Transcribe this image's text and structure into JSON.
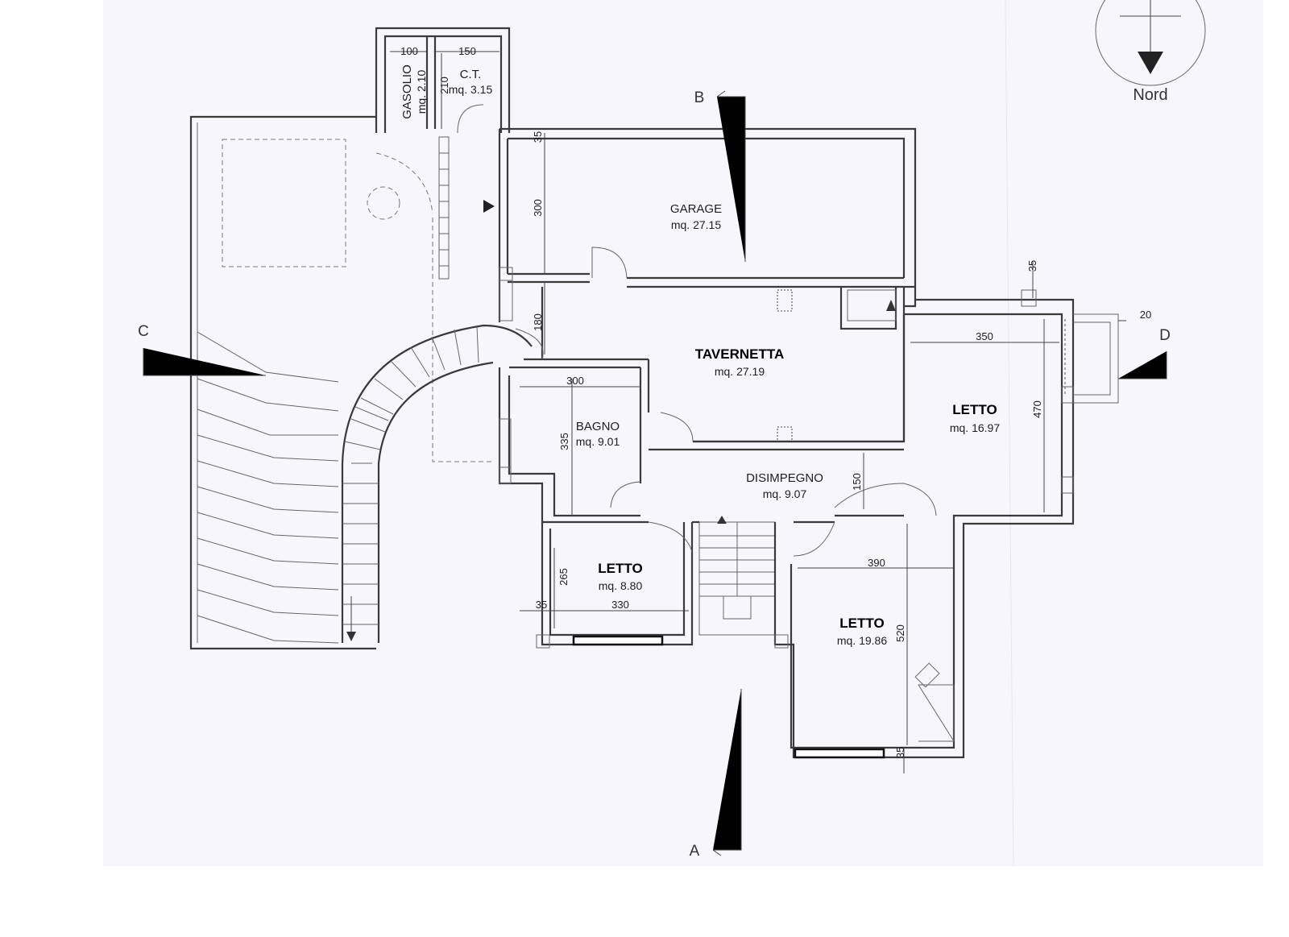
{
  "north_label": "Nord",
  "sections": {
    "a": "A",
    "b": "B",
    "c": "C",
    "d": "D"
  },
  "rooms": {
    "garage": {
      "name": "GARAGE",
      "area": "mq. 27.15"
    },
    "tavernetta": {
      "name": "TAVERNETTA",
      "area": "mq. 27.19"
    },
    "bagno": {
      "name": "BAGNO",
      "area": "mq. 9.01"
    },
    "disimpegno": {
      "name": "DISIMPEGNO",
      "area": "mq. 9.07"
    },
    "letto_east": {
      "name": "LETTO",
      "area": "mq. 16.97"
    },
    "letto_small": {
      "name": "LETTO",
      "area": "mq. 8.80"
    },
    "letto_south": {
      "name": "LETTO",
      "area": "mq. 19.86"
    },
    "gasolio": {
      "name": "GASOLIO",
      "area": "mq. 2.10"
    },
    "ct": {
      "name": "C.T.",
      "area": "mq. 3.15"
    }
  },
  "dimensions": {
    "gasolio_w": "100",
    "ct_w": "150",
    "ct_h": "210",
    "garage_wall": "35",
    "garage_depth": "300",
    "corridor": "180",
    "bagno_w": "300",
    "bagno_h": "335",
    "disimpegno_w": "150",
    "letto_east_w": "350",
    "letto_east_h": "470",
    "east_wall": "35",
    "balcony": "20",
    "letto_small_h": "265",
    "letto_small_wall": "35",
    "letto_small_w": "330",
    "letto_south_w": "390",
    "letto_south_h": "520",
    "letto_south_wall": "35"
  },
  "colors": {
    "wall": "#3a3a3a",
    "paper": "#f7f7fb",
    "line": "#666666"
  }
}
